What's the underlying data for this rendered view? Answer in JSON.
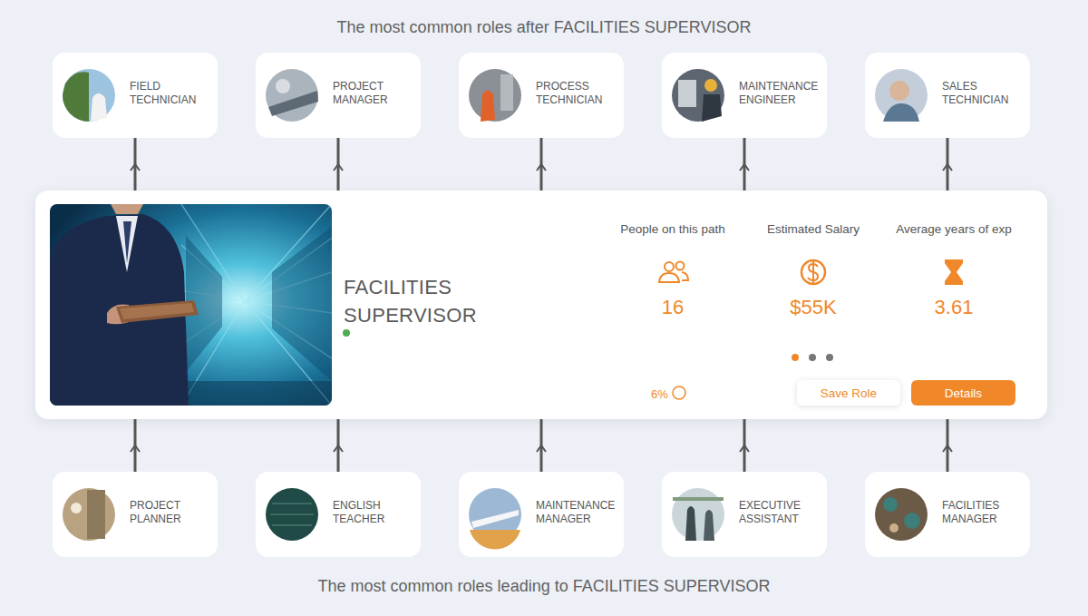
{
  "diagram": {
    "title": "The most common roles after FACILITIES SUPERVISOR",
    "caption": "The most common roles leading to FACILITIES SUPERVISOR",
    "nodes": [
      {
        "text": [
          "FIELD TECHNICIAN"
        ]
      },
      {
        "text": [
          "PROJECT MANAGER"
        ]
      },
      {
        "text": [
          "PROCESS TECHNICIAN"
        ]
      },
      {
        "text": [
          "MAINTENANCE ENGINEER"
        ]
      },
      {
        "text": [
          "SALES TECHNICIAN"
        ]
      },
      {
        "text": [
          "FACILITIES SUPERVISOR",
          "People on this path",
          "16",
          "Estimated Salary",
          "$55K",
          "Average years of exp",
          "3.61",
          "6%"
        ]
      },
      {
        "text": [
          "Save Role"
        ],
        "in": 5
      },
      {
        "text": [
          "Details"
        ],
        "in": 5
      },
      {
        "text": [
          "PROJECT PLANNER"
        ]
      },
      {
        "text": [
          "ENGLISH TEACHER"
        ]
      },
      {
        "text": [
          "MAINTENANCE MANAGER"
        ]
      },
      {
        "text": [
          "EXECUTIVE ASSISTANT"
        ]
      },
      {
        "text": [
          "FACILITIES MANAGER"
        ]
      }
    ],
    "edges": [
      {
        "from": 5,
        "to": 0,
        "arrow": "to"
      },
      {
        "from": 5,
        "to": 1,
        "arrow": "to"
      },
      {
        "from": 5,
        "to": 2,
        "arrow": "to"
      },
      {
        "from": 5,
        "to": 3,
        "arrow": "to"
      },
      {
        "from": 5,
        "to": 4,
        "arrow": "to"
      },
      {
        "from": 8,
        "to": 5,
        "arrow": "to"
      },
      {
        "from": 9,
        "to": 5,
        "arrow": "to"
      },
      {
        "from": 10,
        "to": 5,
        "arrow": "to"
      },
      {
        "from": 11,
        "to": 5,
        "arrow": "to"
      },
      {
        "from": 12,
        "to": 5,
        "arrow": "to"
      }
    ]
  }
}
